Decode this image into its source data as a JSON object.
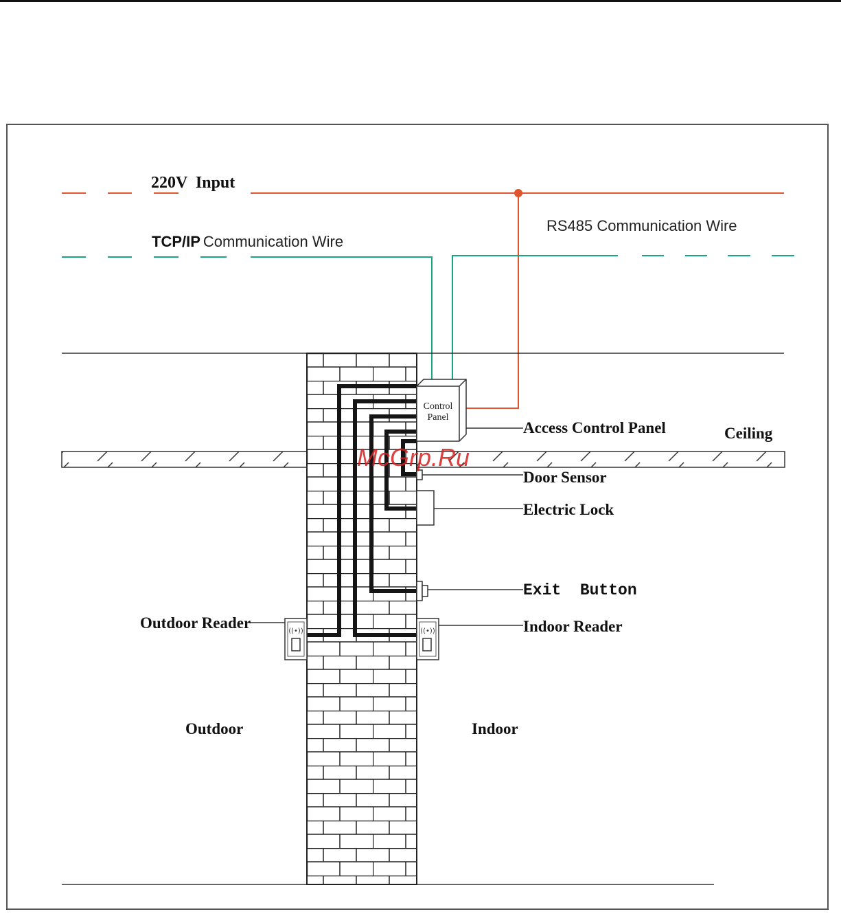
{
  "diagram": {
    "power_line_label": "220V  Input",
    "tcpip_prefix": "TCP/IP",
    "tcpip_suffix": "Communication Wire",
    "rs485_label": "RS485 Communication Wire",
    "control_panel_line1": "Control",
    "control_panel_line2": "Panel",
    "access_control_panel_label": "Access Control Panel",
    "ceiling_label": "Ceiling",
    "door_sensor_label": "Door Sensor",
    "electric_lock_label": "Electric Lock",
    "exit_button_label": "Exit  Button",
    "outdoor_reader_label": "Outdoor Reader",
    "indoor_reader_label": "Indoor Reader",
    "outdoor_label": "Outdoor",
    "indoor_label": "Indoor",
    "watermark": "McGrp.Ru"
  },
  "colors": {
    "power_wire": "#e0552b",
    "communication_wire": "#17a585",
    "cable": "#151515",
    "brick_line": "#222222",
    "watermark": "#d42020"
  }
}
